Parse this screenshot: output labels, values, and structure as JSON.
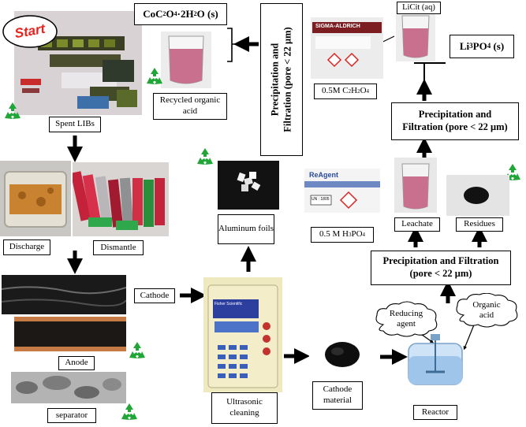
{
  "labels": {
    "start": "Start",
    "spent_libs": "Spent LIBs",
    "discharge": "Discharge",
    "dismantle": "Dismantle",
    "cathode": "Cathode",
    "anode": "Anode",
    "separator": "separator",
    "ultrasonic_cleaning": "Ultrasonic cleaning",
    "aluminum_foils": "Aluminum foils",
    "cathode_material": "Cathode material",
    "reactor": "Reactor",
    "reducing_agent": "Reducing agent",
    "organic_acid": "Organic acid",
    "leachate": "Leachate",
    "residues": "Residues",
    "h3po4": "0.5 M H",
    "h3po4_sub": "3",
    "h3po4_tail": "PO",
    "h3po4_sub2": "4",
    "c2h2o4_pre": "0.5M C",
    "c2h2o4_s1": "2",
    "c2h2o4_mid": "H",
    "c2h2o4_s2": "2",
    "c2h2o4_mid2": "O",
    "c2h2o4_s3": "4",
    "licit": "LiCit (aq)",
    "recycled_organic_acid": "Recycled organic acid",
    "coc2o4_a": "CoC",
    "coc2o4_s1": "2",
    "coc2o4_b": "O",
    "coc2o4_s2": "4",
    "coc2o4_c": "·2H",
    "coc2o4_s3": "2",
    "coc2o4_d": "O (s)",
    "li3po4_a": "Li",
    "li3po4_s1": "3",
    "li3po4_b": "PO",
    "li3po4_s2": "4",
    "li3po4_c": " (s)",
    "precip_bottom": "Precipitation and Filtration (pore < 22 μm)",
    "precip_middle": "Precipitation and Filtration (pore < 22 μm)",
    "precip_vertical_1": "Precipitation and",
    "precip_vertical_2": "Filtration (pore < 22 μm)",
    "bottle_sigma": "SIGMA-ALDRICH",
    "bottle_reagent": "ReAgent",
    "bottle_un": "UN : 1805",
    "instrument_brand": "Fisher Scientific"
  },
  "colors": {
    "recycle_green": "#1fa637",
    "start_red": "#e8231d",
    "solution_pink": "#c8708e"
  }
}
